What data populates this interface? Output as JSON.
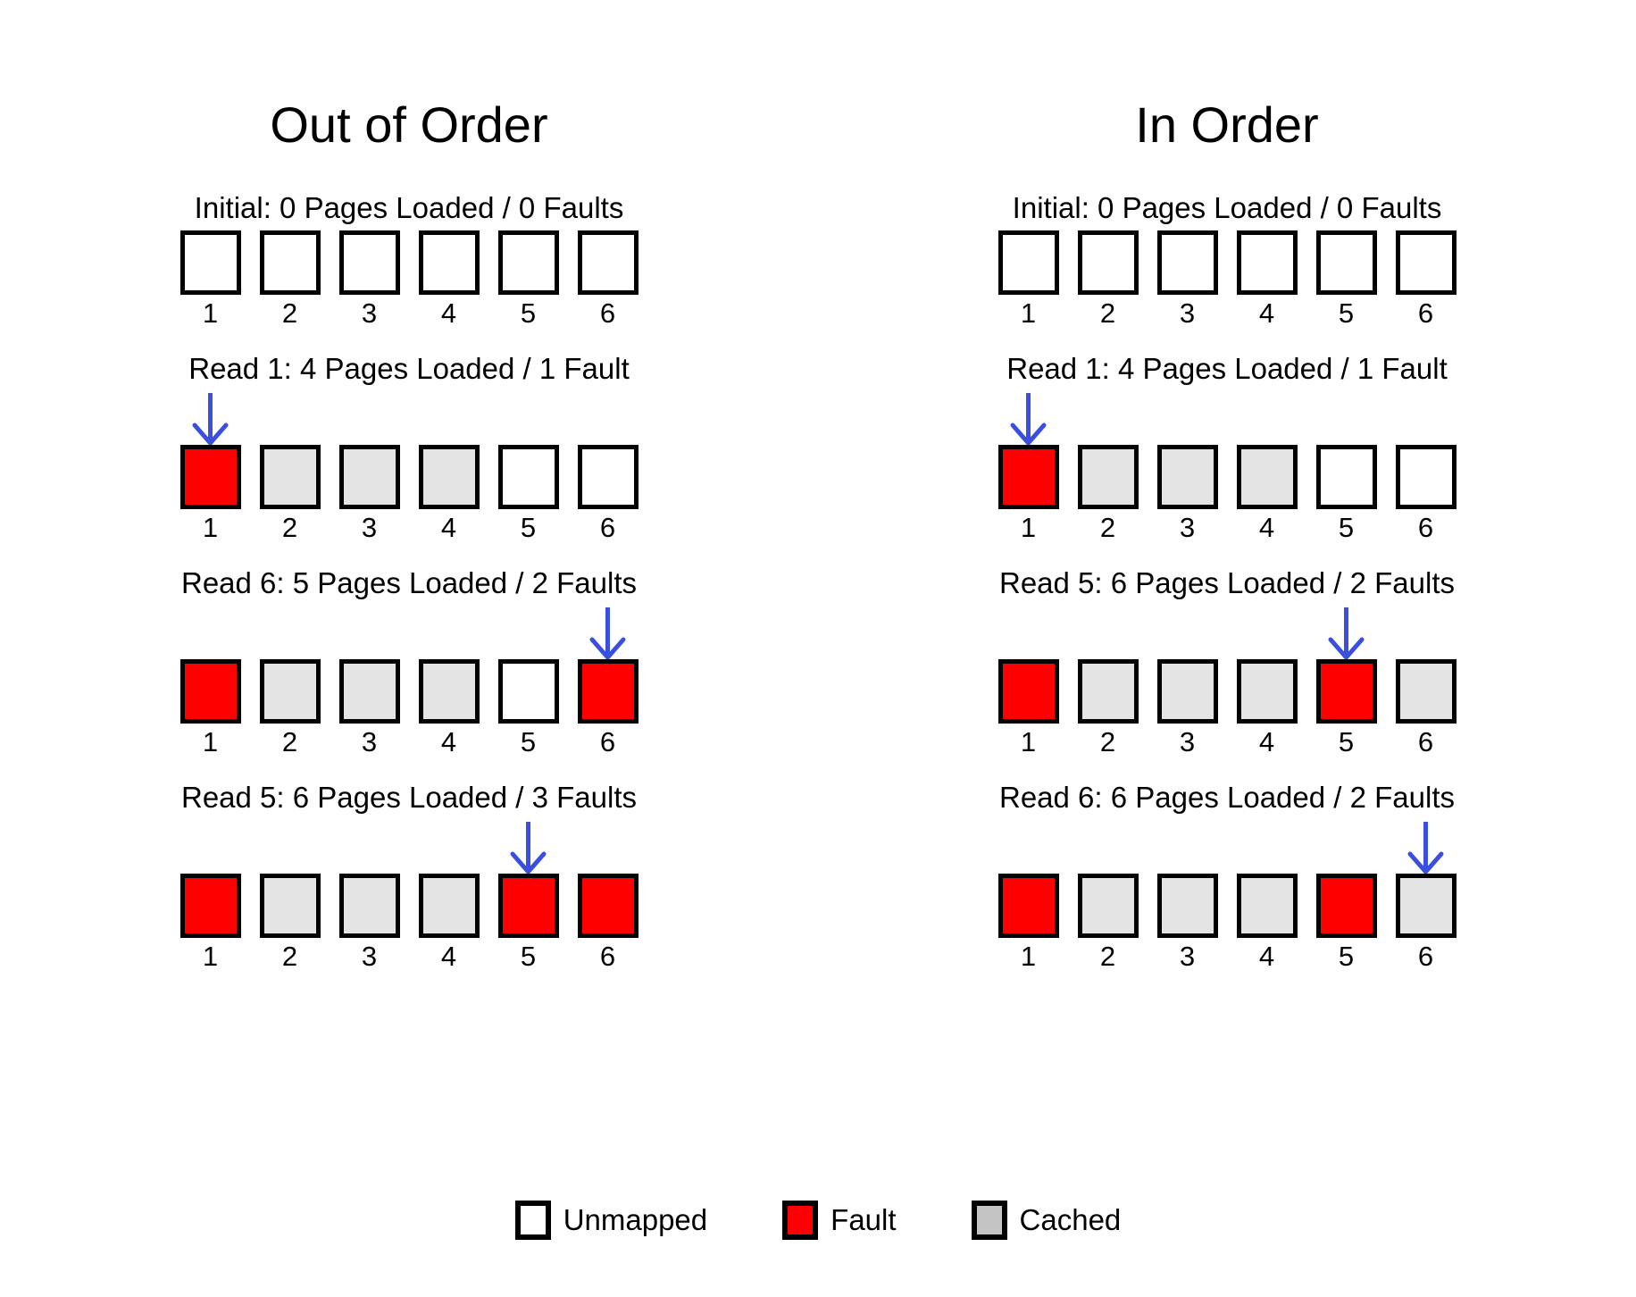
{
  "figure": {
    "background": "#ffffff",
    "colors": {
      "fault": "#ff0000",
      "cached_cell": "#e4e4e4",
      "cached_legend": "#c4c4c4",
      "unmapped": "#ffffff",
      "border": "#000000",
      "arrow": "#3a4fe0"
    }
  },
  "columns": [
    {
      "id": "out-of-order",
      "title": "Out of Order",
      "steps": [
        {
          "caption": "Initial: 0 Pages Loaded / 0 Faults",
          "arrow_index": null,
          "cells": [
            {
              "label": "1",
              "state": "unmapped"
            },
            {
              "label": "2",
              "state": "unmapped"
            },
            {
              "label": "3",
              "state": "unmapped"
            },
            {
              "label": "4",
              "state": "unmapped"
            },
            {
              "label": "5",
              "state": "unmapped"
            },
            {
              "label": "6",
              "state": "unmapped"
            }
          ]
        },
        {
          "caption": "Read 1: 4 Pages Loaded / 1 Fault",
          "arrow_index": 0,
          "cells": [
            {
              "label": "1",
              "state": "fault"
            },
            {
              "label": "2",
              "state": "cached"
            },
            {
              "label": "3",
              "state": "cached"
            },
            {
              "label": "4",
              "state": "cached"
            },
            {
              "label": "5",
              "state": "unmapped"
            },
            {
              "label": "6",
              "state": "unmapped"
            }
          ]
        },
        {
          "caption": "Read 6: 5 Pages Loaded / 2 Faults",
          "arrow_index": 5,
          "cells": [
            {
              "label": "1",
              "state": "fault"
            },
            {
              "label": "2",
              "state": "cached"
            },
            {
              "label": "3",
              "state": "cached"
            },
            {
              "label": "4",
              "state": "cached"
            },
            {
              "label": "5",
              "state": "unmapped"
            },
            {
              "label": "6",
              "state": "fault"
            }
          ]
        },
        {
          "caption": "Read 5: 6 Pages Loaded / 3 Faults",
          "arrow_index": 4,
          "cells": [
            {
              "label": "1",
              "state": "fault"
            },
            {
              "label": "2",
              "state": "cached"
            },
            {
              "label": "3",
              "state": "cached"
            },
            {
              "label": "4",
              "state": "cached"
            },
            {
              "label": "5",
              "state": "fault"
            },
            {
              "label": "6",
              "state": "fault"
            }
          ]
        }
      ]
    },
    {
      "id": "in-order",
      "title": "In Order",
      "steps": [
        {
          "caption": "Initial: 0 Pages Loaded / 0 Faults",
          "arrow_index": null,
          "cells": [
            {
              "label": "1",
              "state": "unmapped"
            },
            {
              "label": "2",
              "state": "unmapped"
            },
            {
              "label": "3",
              "state": "unmapped"
            },
            {
              "label": "4",
              "state": "unmapped"
            },
            {
              "label": "5",
              "state": "unmapped"
            },
            {
              "label": "6",
              "state": "unmapped"
            }
          ]
        },
        {
          "caption": "Read 1: 4 Pages Loaded / 1 Fault",
          "arrow_index": 0,
          "cells": [
            {
              "label": "1",
              "state": "fault"
            },
            {
              "label": "2",
              "state": "cached"
            },
            {
              "label": "3",
              "state": "cached"
            },
            {
              "label": "4",
              "state": "cached"
            },
            {
              "label": "5",
              "state": "unmapped"
            },
            {
              "label": "6",
              "state": "unmapped"
            }
          ]
        },
        {
          "caption": "Read 5: 6 Pages Loaded / 2 Faults",
          "arrow_index": 4,
          "cells": [
            {
              "label": "1",
              "state": "fault"
            },
            {
              "label": "2",
              "state": "cached"
            },
            {
              "label": "3",
              "state": "cached"
            },
            {
              "label": "4",
              "state": "cached"
            },
            {
              "label": "5",
              "state": "fault"
            },
            {
              "label": "6",
              "state": "cached"
            }
          ]
        },
        {
          "caption": "Read 6: 6 Pages Loaded / 2 Faults",
          "arrow_index": 5,
          "cells": [
            {
              "label": "1",
              "state": "fault"
            },
            {
              "label": "2",
              "state": "cached"
            },
            {
              "label": "3",
              "state": "cached"
            },
            {
              "label": "4",
              "state": "cached"
            },
            {
              "label": "5",
              "state": "fault"
            },
            {
              "label": "6",
              "state": "cached"
            }
          ]
        }
      ]
    }
  ],
  "legend": {
    "items": [
      {
        "label": "Unmapped",
        "state": "unmapped",
        "color": "#ffffff"
      },
      {
        "label": "Fault",
        "state": "fault",
        "color": "#ff0000"
      },
      {
        "label": "Cached",
        "state": "cached",
        "color": "#c4c4c4"
      }
    ]
  }
}
